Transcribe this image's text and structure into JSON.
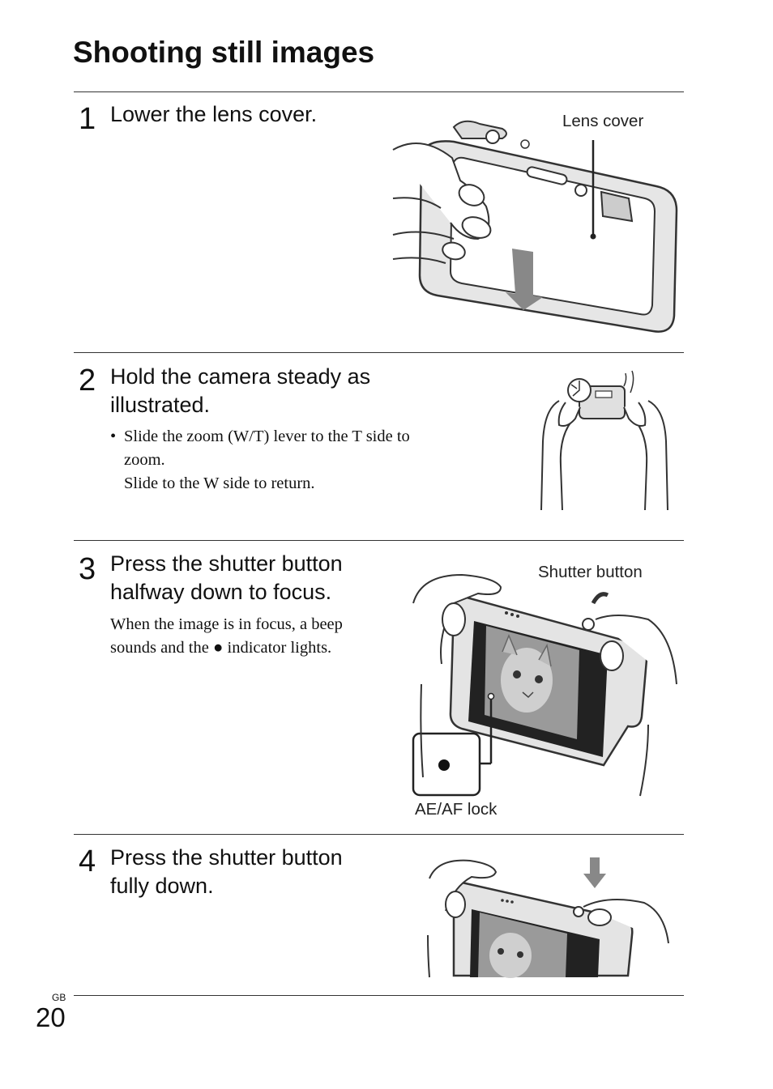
{
  "page": {
    "title": "Shooting still images",
    "lang_tag": "GB",
    "page_number": "20"
  },
  "steps": [
    {
      "number": "1",
      "heading": "Lower the lens cover.",
      "callouts": [
        "Lens cover"
      ]
    },
    {
      "number": "2",
      "heading_lines": [
        "Hold the camera steady as",
        "illustrated."
      ],
      "bullet": "•",
      "body_lines": [
        "Slide the zoom (W/T) lever to the T side to",
        "zoom.",
        "Slide to the W side to return."
      ]
    },
    {
      "number": "3",
      "heading_lines": [
        "Press the shutter button",
        "halfway down to focus."
      ],
      "body_lines_before": "When the image is in focus, a beep",
      "body_line2_prefix": "sounds and the",
      "body_line2_symbol": "●",
      "body_line2_suffix": "indicator lights.",
      "callouts": [
        "Shutter button",
        "AE/AF lock"
      ]
    },
    {
      "number": "4",
      "heading_lines": [
        "Press the shutter button",
        "fully down."
      ]
    }
  ],
  "icons": [
    "camera-lens-cover-illustration",
    "hands-holding-camera-illustration",
    "half-press-shutter-illustration",
    "full-press-shutter-illustration",
    "ae-af-lock-indicator-icon"
  ]
}
